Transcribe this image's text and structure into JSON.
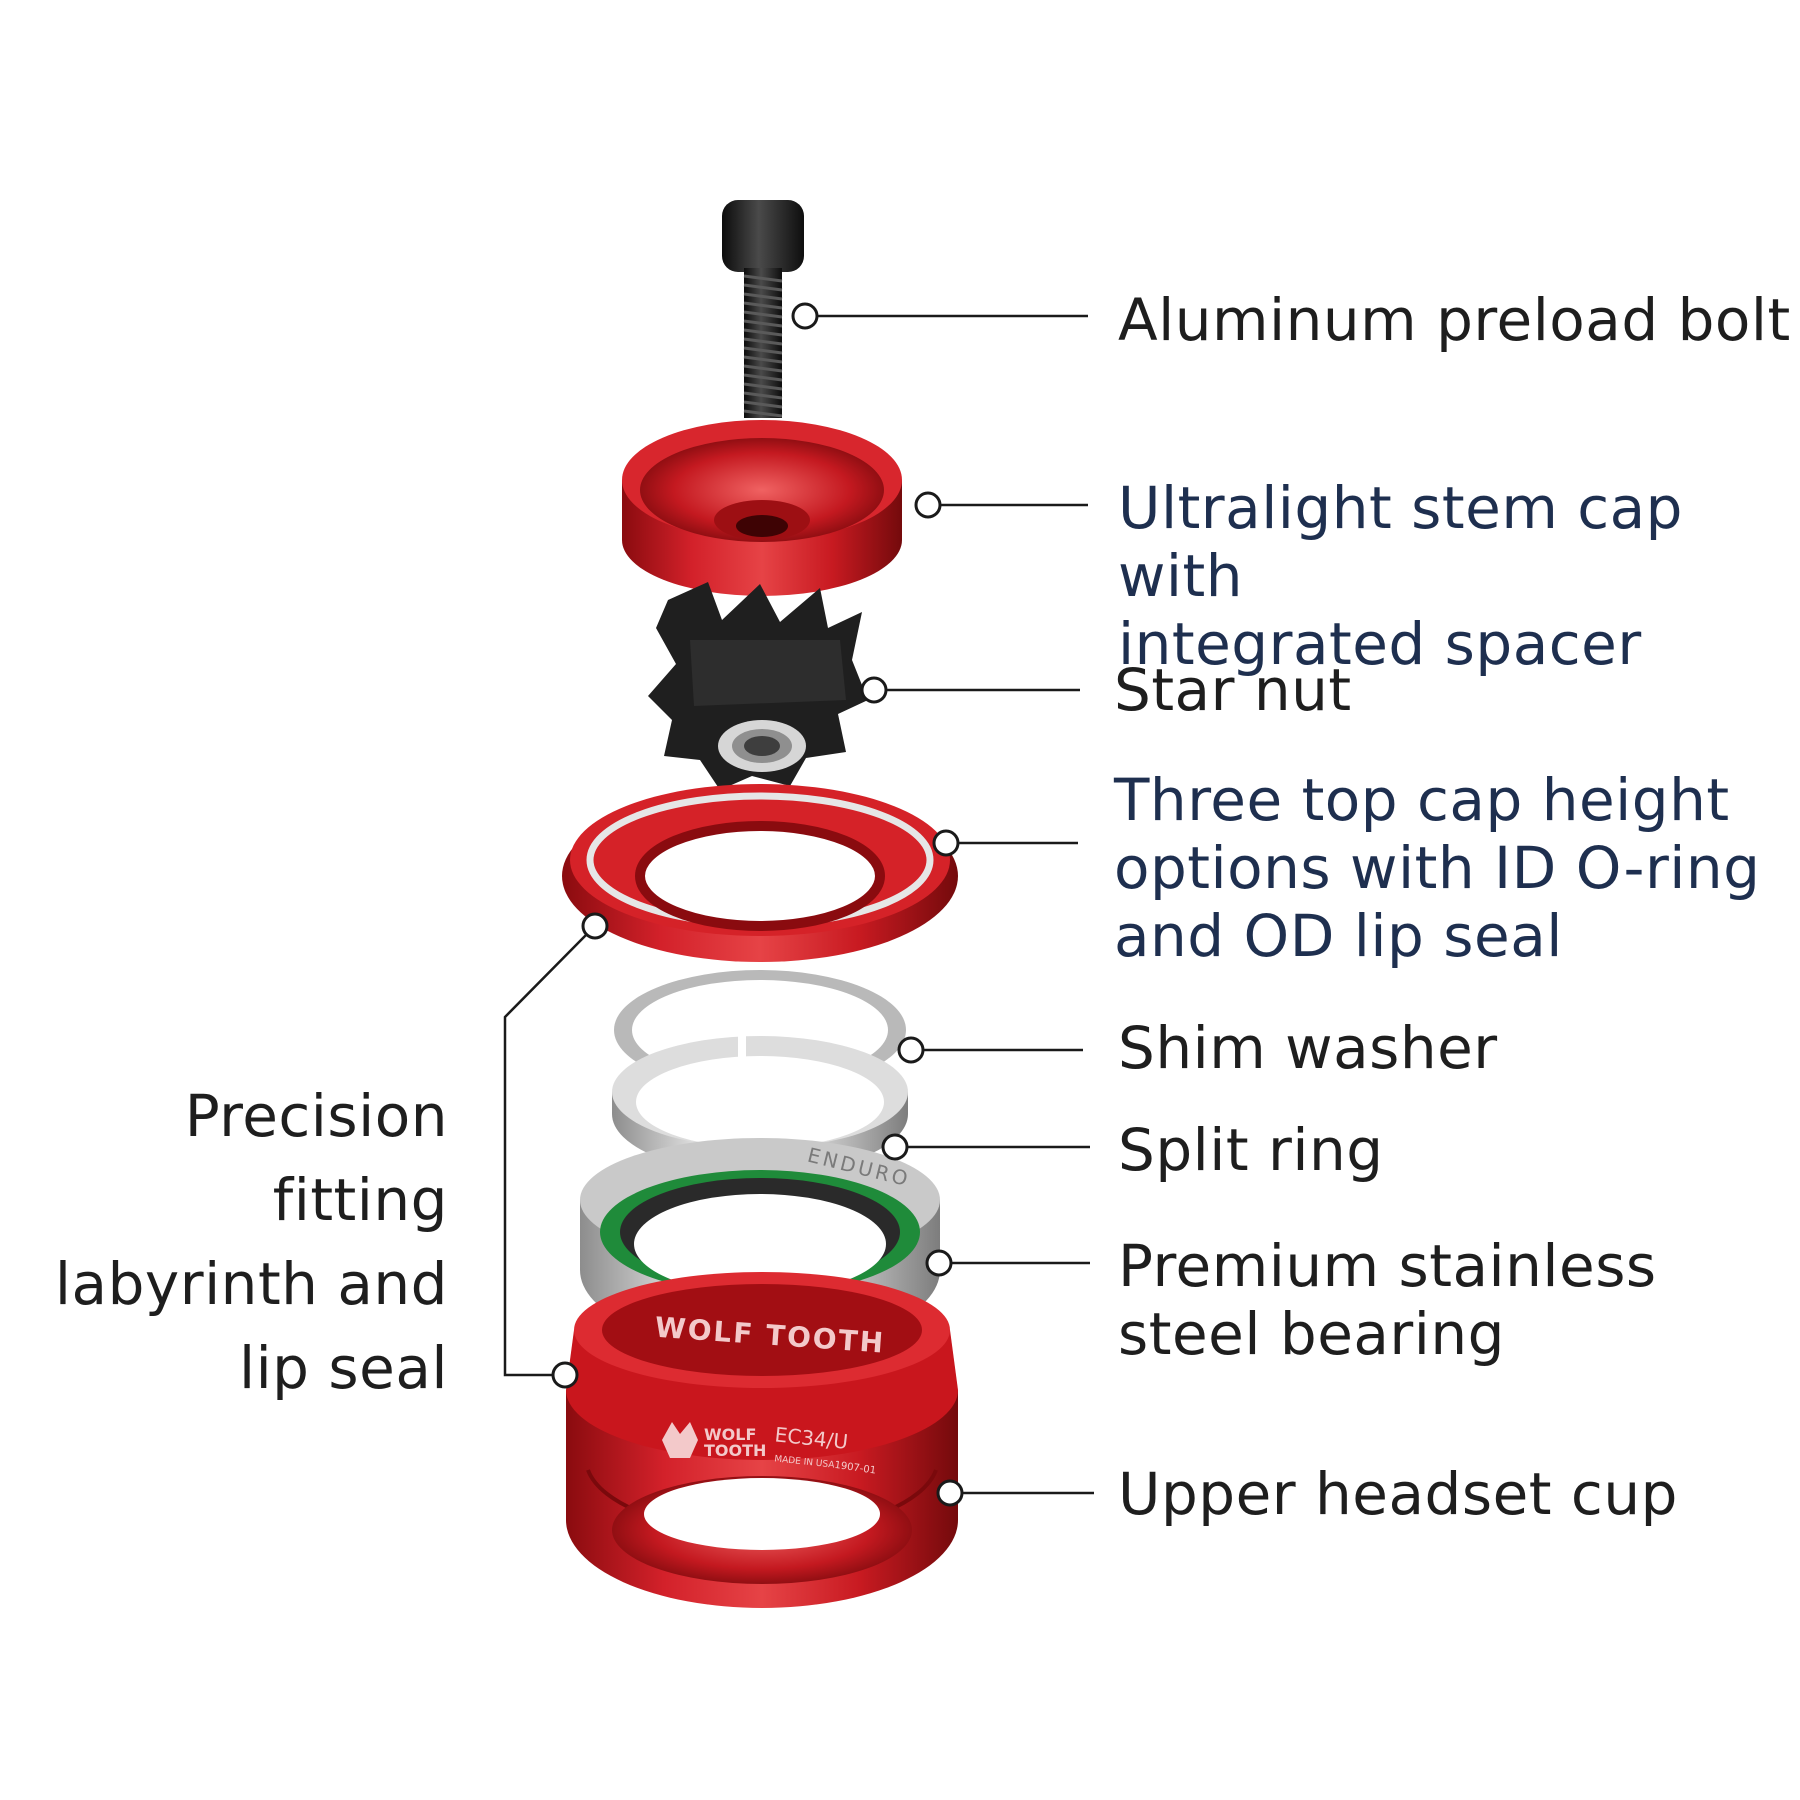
{
  "colors": {
    "text_dark": "#1e1e1e",
    "text_navy": "#1e2f4f",
    "anodized_red": "#c8151b",
    "anodized_red_dark": "#7e0a0d",
    "anodized_red_light": "#e8474a",
    "black_oxide": "#1c1c1c",
    "silver": "#c7c7c7",
    "seal_green": "#1f8b3a"
  },
  "labels": {
    "preload_bolt": "Aluminum preload bolt",
    "stem_cap": "Ultralight stem cap with\nintegrated spacer",
    "star_nut": "Star nut",
    "top_cap": "Three top cap height\noptions with ID O-ring\nand OD lip seal",
    "shim_washer": "Shim washer",
    "split_ring": "Split ring",
    "bearing": "Premium stainless\nsteel bearing",
    "headset_cup": "Upper headset cup",
    "labyrinth_seal": "Precision fitting\nlabyrinth and\nlip seal"
  },
  "part_markings": {
    "bearing_brand": "ENDURO",
    "cup_brand": "WOLF TOOTH",
    "cup_badge": "WOLF\nTOOTH",
    "cup_model": "EC34/U",
    "cup_origin": "MADE IN USA",
    "cup_code": "1907-01"
  },
  "icons": {
    "callout_marker": "circle-marker-icon",
    "wolf_head": "wolf-head-icon"
  }
}
